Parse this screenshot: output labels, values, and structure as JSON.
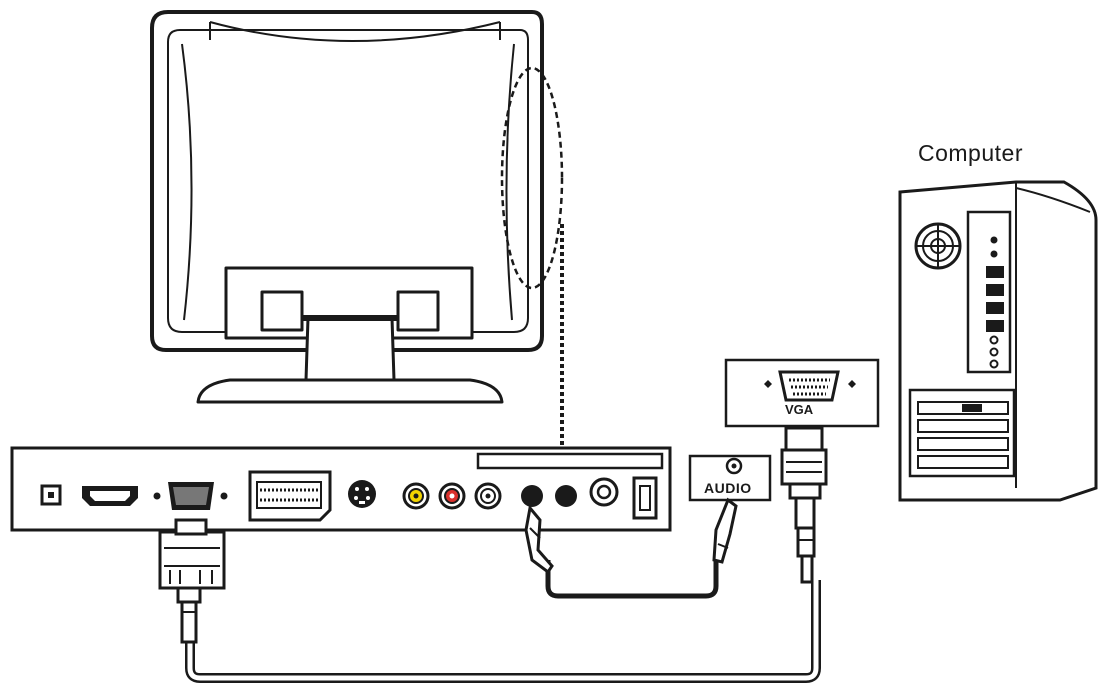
{
  "labels": {
    "computer": "Computer",
    "vga": "VGA",
    "audio": "AUDIO"
  },
  "colors": {
    "line": "#1a1a1a",
    "rca_yellow": "#f2d400",
    "rca_red": "#d9302c",
    "rca_white": "#ffffff",
    "background": "#ffffff"
  }
}
